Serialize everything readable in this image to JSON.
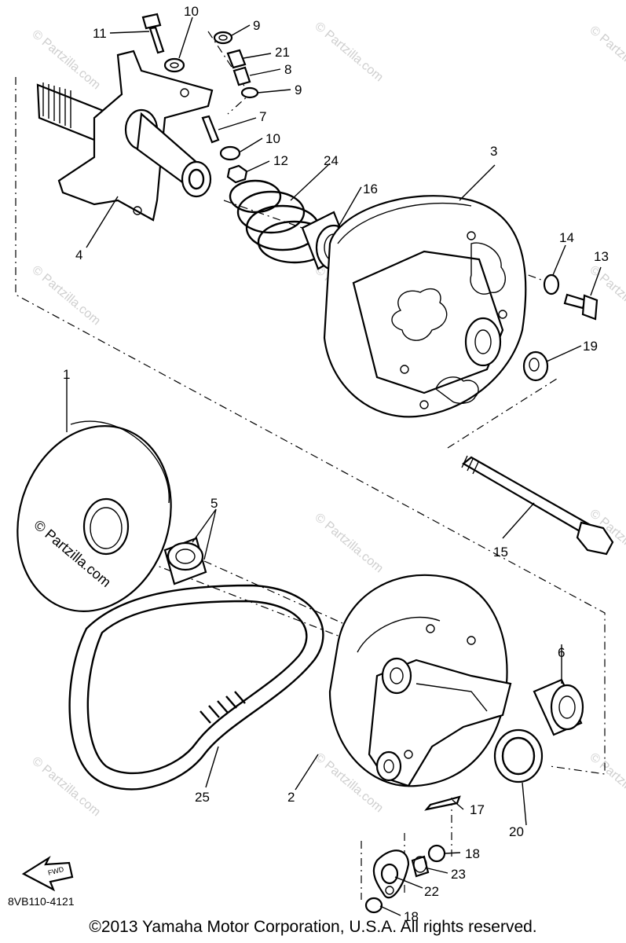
{
  "watermark": "© Partzilla.com",
  "watermark_large": "© Partzilla.com",
  "diagram_code": "8VB110-4121",
  "front_arrow_label": "FWD",
  "copyright": "©2013  Yamaha Motor Corporation, U.S.A. All rights reserved.",
  "labels": {
    "l11": "11",
    "l10a": "10",
    "l9a": "9",
    "l21": "21",
    "l8": "8",
    "l9b": "9",
    "l7": "7",
    "l10b": "10",
    "l12": "12",
    "l24": "24",
    "l16": "16",
    "l3": "3",
    "l4": "4",
    "l14": "14",
    "l13": "13",
    "l19": "19",
    "l1": "1",
    "l5": "5",
    "l15": "15",
    "l6": "6",
    "l25": "25",
    "l2": "2",
    "l17": "17",
    "l20": "20",
    "l18a": "18",
    "l23": "23",
    "l22": "22",
    "l18b": "18"
  }
}
